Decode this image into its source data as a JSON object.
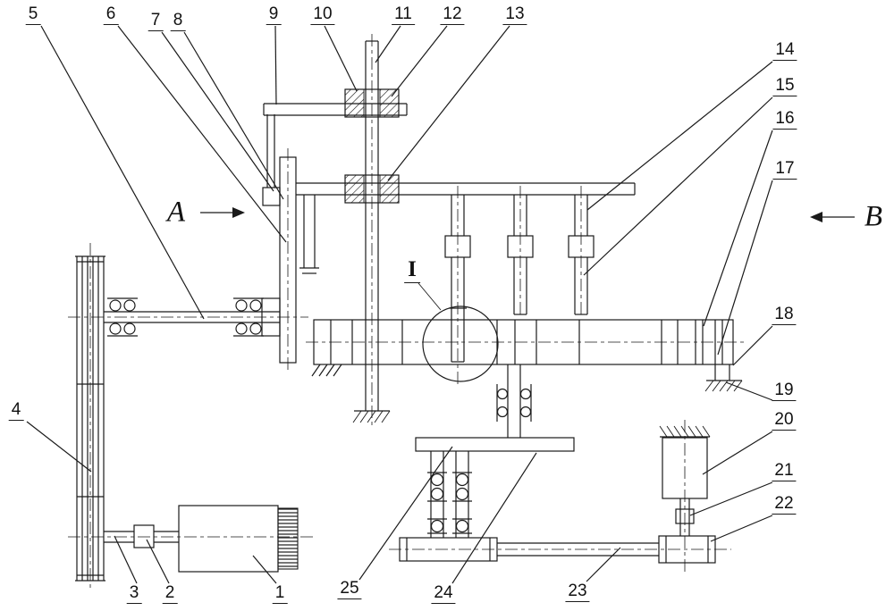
{
  "figure": {
    "kind": "patent mechanical assembly line drawing",
    "background_color": "#ffffff",
    "line_color": "#1a1a1a"
  },
  "callouts": {
    "c1": "1",
    "c2": "2",
    "c3": "3",
    "c4": "4",
    "c5": "5",
    "c6": "6",
    "c7": "7",
    "c8": "8",
    "c9": "9",
    "c10": "10",
    "c11": "11",
    "c12": "12",
    "c13": "13",
    "c14": "14",
    "c15": "15",
    "c16": "16",
    "c17": "17",
    "c18": "18",
    "c19": "19",
    "c20": "20",
    "c21": "21",
    "c22": "22",
    "c23": "23",
    "c24": "24",
    "c25": "25"
  },
  "view_labels": {
    "a": "A",
    "b": "B",
    "detail": "I"
  }
}
